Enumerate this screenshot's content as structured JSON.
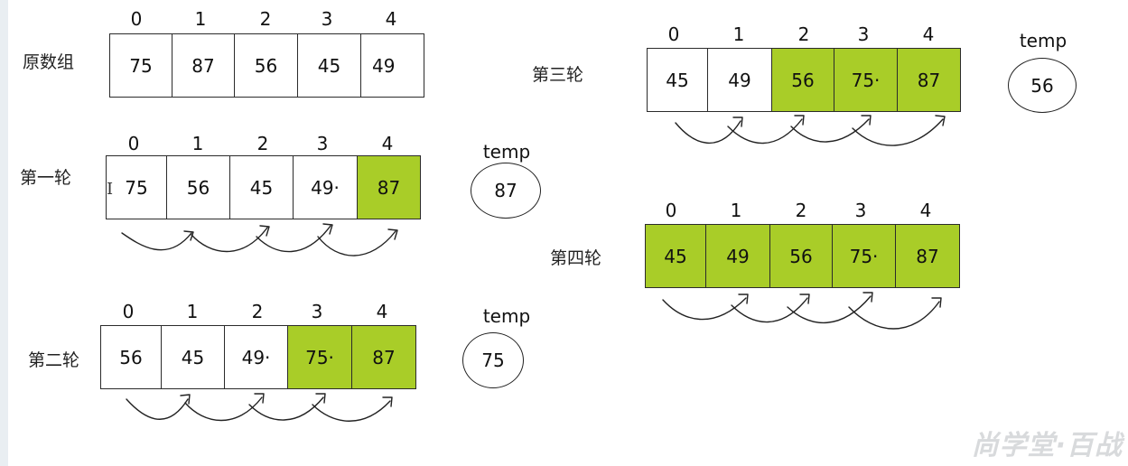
{
  "temp_label": "temp",
  "rows": [
    {
      "label": "原数组",
      "indices": [
        "0",
        "1",
        "2",
        "3",
        "4"
      ],
      "cells": [
        "75",
        "87",
        "56",
        "45",
        "49"
      ],
      "highlighted": [
        false,
        false,
        false,
        false,
        false
      ]
    },
    {
      "label": "第一轮",
      "indices": [
        "0",
        "1",
        "2",
        "3",
        "4"
      ],
      "cells": [
        "75",
        "56",
        "45",
        "49·",
        "87"
      ],
      "highlighted": [
        false,
        false,
        false,
        false,
        true
      ],
      "temp": "87"
    },
    {
      "label": "第二轮",
      "indices": [
        "0",
        "1",
        "2",
        "3",
        "4"
      ],
      "cells": [
        "56",
        "45",
        "49·",
        "75·",
        "87"
      ],
      "highlighted": [
        false,
        false,
        false,
        true,
        true
      ],
      "temp": "75"
    },
    {
      "label": "第三轮",
      "indices": [
        "0",
        "1",
        "2",
        "3",
        "4"
      ],
      "cells": [
        "45",
        "49",
        "56",
        "75·",
        "87"
      ],
      "highlighted": [
        false,
        false,
        true,
        true,
        true
      ],
      "temp": "56"
    },
    {
      "label": "第四轮",
      "indices": [
        "0",
        "1",
        "2",
        "3",
        "4"
      ],
      "cells": [
        "45",
        "49",
        "56",
        "75·",
        "87"
      ],
      "highlighted": [
        true,
        true,
        true,
        true,
        true
      ]
    }
  ],
  "colors": {
    "highlight": "#a9cd28",
    "border": "#2b2b2b"
  },
  "watermark": "尚学堂·百战"
}
